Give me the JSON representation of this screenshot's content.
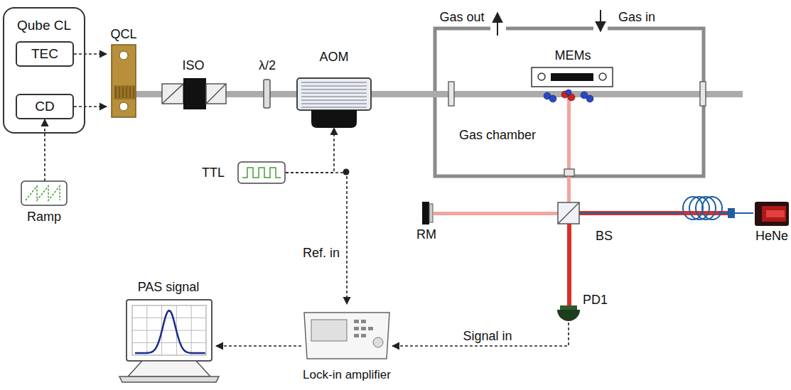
{
  "diagram": {
    "nodes": [
      {
        "text": [
          "Qube CL"
        ]
      },
      {
        "text": [
          "TEC"
        ],
        "in": 0
      },
      {
        "text": [
          "CD"
        ],
        "in": 0
      },
      {
        "text": [
          "QCL"
        ]
      },
      {
        "text": [
          "Ramp"
        ]
      },
      {
        "text": [
          "TTL"
        ]
      },
      {
        "text": [
          "AOM"
        ]
      },
      {
        "text": [
          "Lock-in amplifier"
        ]
      },
      {
        "text": [
          "PAS signal"
        ]
      },
      {
        "text": [
          "PD1"
        ]
      }
    ],
    "edges": [
      {
        "from": 1,
        "to": 3,
        "arrow": "to"
      },
      {
        "from": 2,
        "to": 3,
        "arrow": "to"
      },
      {
        "from": 4,
        "to": 2,
        "arrow": "to"
      },
      {
        "from": 5,
        "to": 6,
        "arrow": "to"
      },
      {
        "from": 5,
        "to": 7,
        "label": "Ref. in",
        "arrow": "to"
      },
      {
        "from": 9,
        "to": 7,
        "label": "Signal in",
        "arrow": "to"
      },
      {
        "from": 7,
        "to": 8,
        "arrow": "to"
      }
    ],
    "labels": [
      "ISO",
      "λ/2",
      "Gas out",
      "Gas in",
      "MEMs",
      "Gas chamber",
      "RM",
      "BS",
      "HeNe"
    ]
  }
}
